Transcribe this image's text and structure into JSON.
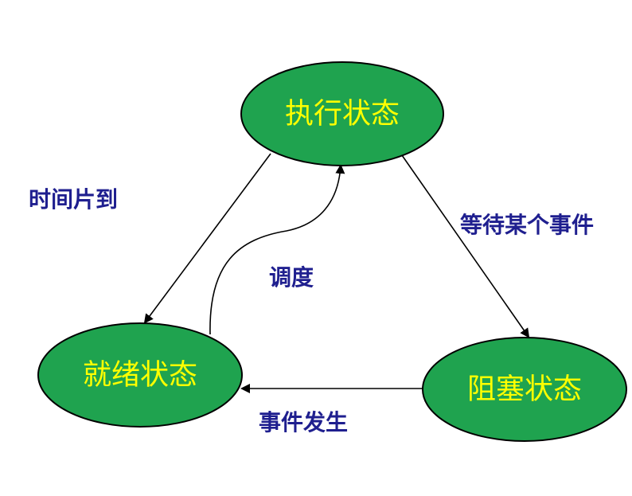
{
  "colors": {
    "node_fill": "#1fa34f",
    "node_text": "#ffff00",
    "edge_label_text": "#1f1f8f",
    "edge_stroke": "#000000"
  },
  "states": {
    "running": "执行状态",
    "ready": "就绪状态",
    "blocked": "阻塞状态"
  },
  "transitions": {
    "time_slice_expired": "时间片到",
    "dispatch": "调度",
    "wait_for_event": "等待某个事件",
    "event_occurs": "事件发生"
  }
}
